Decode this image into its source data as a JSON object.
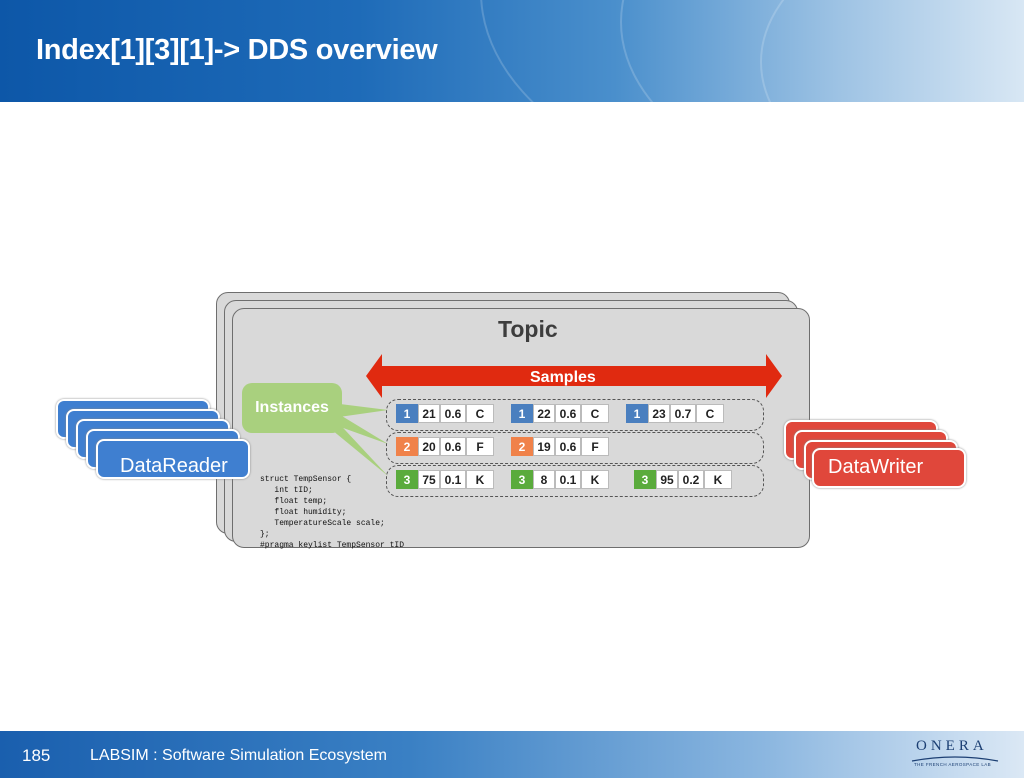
{
  "title": "Index[1][3][1]-> DDS overview",
  "footer": {
    "page_number": "185",
    "text": "LABSIM : Software Simulation Ecosystem"
  },
  "logo": {
    "main": "ONERA",
    "sub": "THE FRENCH AEROSPACE LAB"
  },
  "diagram": {
    "topic_label": "Topic",
    "samples_label": "Samples",
    "instances_label": "Instances",
    "reader_label": "DataReader",
    "writer_label": "DataWriter",
    "code_lines": [
      "struct TempSensor {",
      "   int tID;",
      "   float temp;",
      "   float humidity;",
      "   TemperatureScale scale;",
      "};",
      "#pragma keylist TempSensor tID"
    ],
    "rows": [
      {
        "color": "#4a7fbf",
        "samples": [
          [
            "1",
            "21",
            "0.6",
            "C"
          ],
          [
            "1",
            "22",
            "0.6",
            "C"
          ],
          [
            "1",
            "23",
            "0.7",
            "C"
          ]
        ]
      },
      {
        "color": "#f0824a",
        "samples": [
          [
            "2",
            "20",
            "0.6",
            "F"
          ],
          [
            "2",
            "19",
            "0.6",
            "F"
          ]
        ]
      },
      {
        "color": "#5aab3c",
        "samples": [
          [
            "3",
            "75",
            "0.1",
            "K"
          ],
          [
            "3",
            "8",
            "0.1",
            "K"
          ],
          [
            "3",
            "95",
            "0.2",
            "K"
          ]
        ]
      }
    ],
    "colors": {
      "reader": "#3f7fd0",
      "writer": "#e0473b",
      "arrow": "#e02a10",
      "instances": "#a9d07e"
    }
  }
}
